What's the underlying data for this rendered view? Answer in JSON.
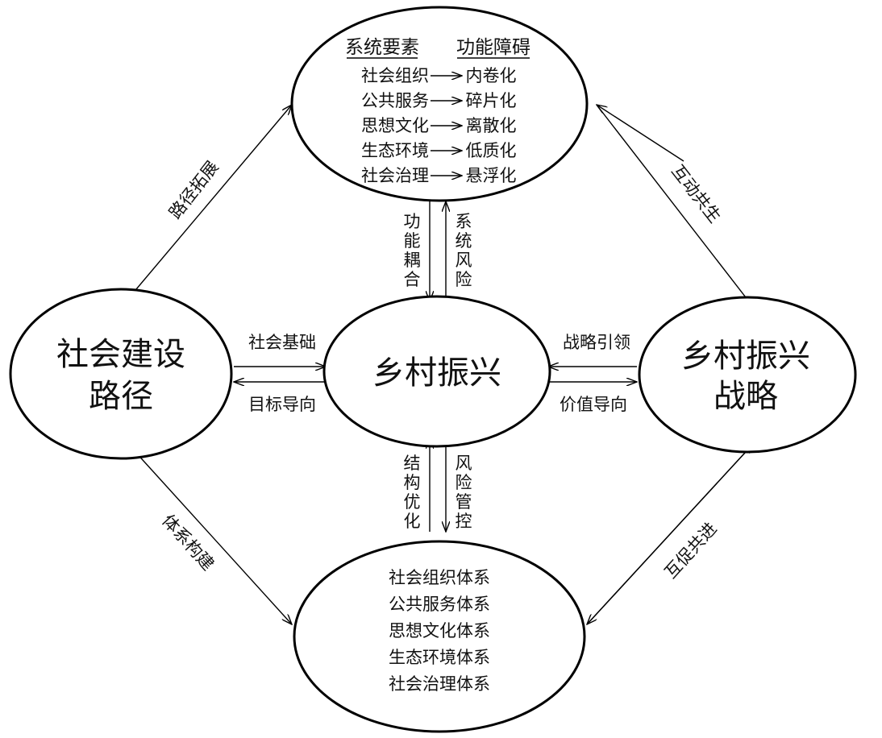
{
  "nodes": {
    "top": {
      "header_left": "系统要素",
      "header_right": "功能障碍",
      "rows": [
        {
          "left": "社会组织",
          "right": "内卷化"
        },
        {
          "left": "公共服务",
          "right": "碎片化"
        },
        {
          "left": "思想文化",
          "right": "离散化"
        },
        {
          "left": "生态环境",
          "right": "低质化"
        },
        {
          "left": "社会治理",
          "right": "悬浮化"
        }
      ]
    },
    "left": {
      "line1": "社会建设",
      "line2": "路径"
    },
    "center": {
      "label": "乡村振兴"
    },
    "right": {
      "line1": "乡村振兴",
      "line2": "战略"
    },
    "bottom": {
      "rows": [
        "社会组织体系",
        "公共服务体系",
        "思想文化体系",
        "生态环境体系",
        "社会治理体系"
      ]
    }
  },
  "edges": {
    "left_to_top": "路径拓展",
    "top_right": "互动共生",
    "left_to_bottom": "体系构建",
    "bottom_right": "互促共进",
    "top_to_center": "功能耦合",
    "center_to_top": "系统风险",
    "center_to_bottom": "风险管控",
    "bottom_to_center": "结构优化",
    "left_to_center": "社会基础",
    "center_to_left": "目标导向",
    "right_to_center": "战略引领",
    "center_to_right": "价值导向"
  }
}
